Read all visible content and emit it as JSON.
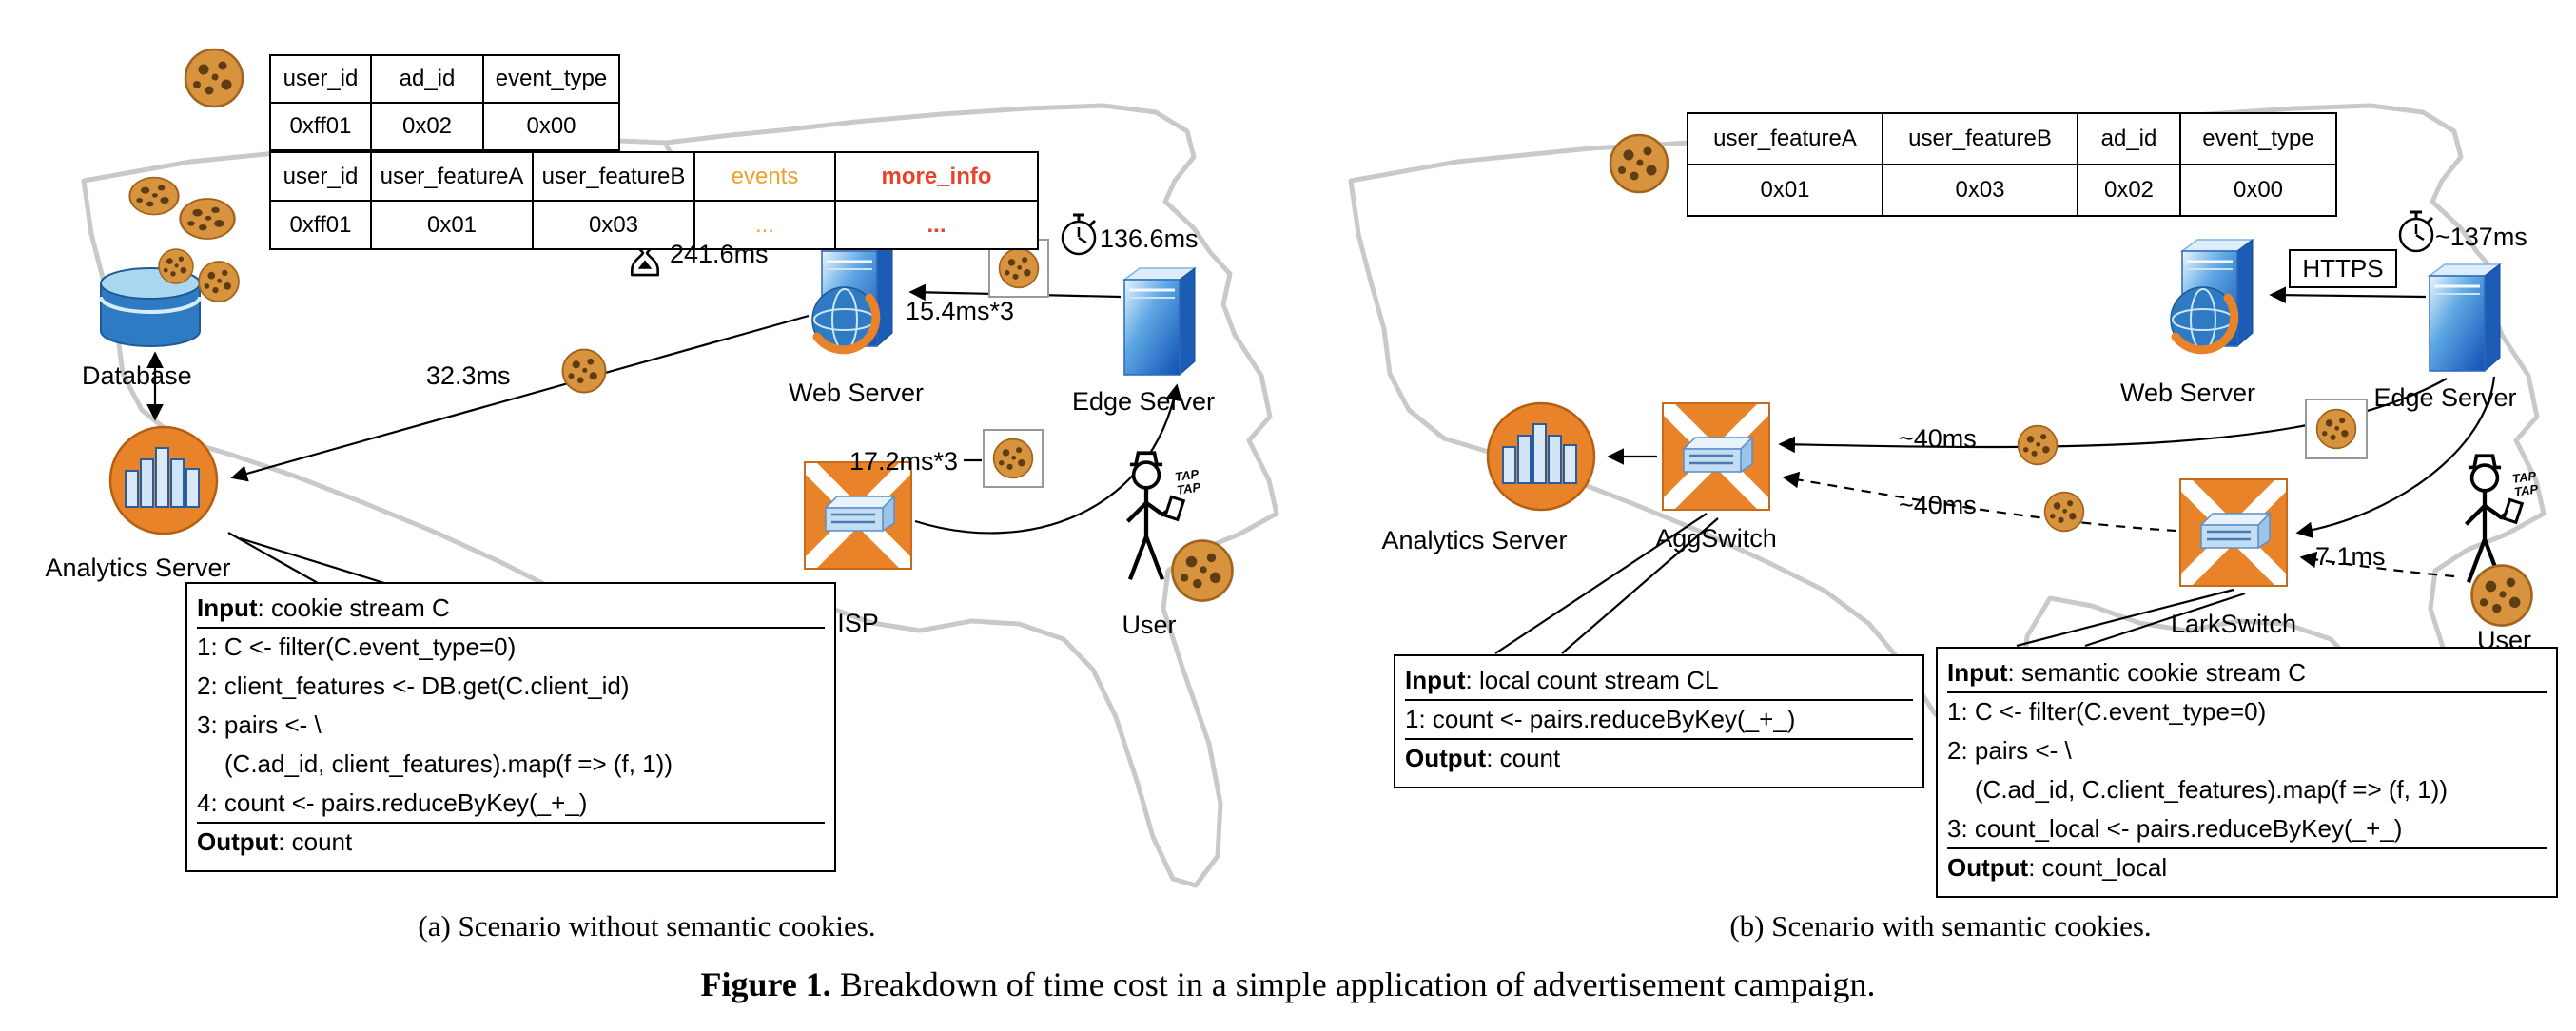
{
  "colors": {
    "accent_orange": "#E8832A",
    "cookie_brown": "#D8933F",
    "server_blue": "#2E7BC4",
    "events_orange": "#F0A028",
    "more_info_red": "#E8442A",
    "map_gray": "#C9C9C9"
  },
  "panel_a": {
    "event_table": {
      "headers": [
        "user_id",
        "ad_id",
        "event_type"
      ],
      "row": [
        "0xff01",
        "0x02",
        "0x00"
      ]
    },
    "feature_table": {
      "headers": [
        "user_id",
        "user_featureA",
        "user_featureB",
        "events",
        "more_info"
      ],
      "row": [
        "0xff01",
        "0x01",
        "0x03",
        "...",
        "..."
      ]
    },
    "nodes": {
      "database": "Database",
      "analytics_server": "Analytics Server",
      "web_server": "Web Server",
      "edge_server": "Edge Server",
      "isp": "ISP",
      "user": "User"
    },
    "timings": {
      "web_server": "241.6ms",
      "edge_server": "136.6ms",
      "analytics_link": "32.3ms",
      "web_edge_link": "15.4ms*3",
      "isp_link": "17.2ms*3"
    },
    "user_tap": "TAP TAP",
    "code_box": {
      "input_label": "Input",
      "input_text": ": cookie stream C",
      "line1": "1: C <- filter(C.event_type=0)",
      "line2": "2: client_features <- DB.get(C.client_id)",
      "line3": "3: pairs <- \\",
      "line4": "    (C.ad_id, client_features).map(f => (f, 1))",
      "line5": "4: count <- pairs.reduceByKey(_+_)",
      "output_label": "Output",
      "output_text": ": count"
    },
    "caption": "(a)  Scenario without semantic cookies."
  },
  "panel_b": {
    "cookie_table": {
      "headers": [
        "user_featureA",
        "user_featureB",
        "ad_id",
        "event_type"
      ],
      "row": [
        "0x01",
        "0x03",
        "0x02",
        "0x00"
      ]
    },
    "nodes": {
      "analytics_server": "Analytics Server",
      "agg_switch": "AggSwitch",
      "web_server": "Web Server",
      "edge_server": "Edge Server",
      "lark_switch": "LarkSwitch",
      "user": "User"
    },
    "timings": {
      "edge_server": "~137ms",
      "edge_agg_link": "~40ms",
      "lark_agg_link": "~40ms",
      "user_lark_link": "7.1ms"
    },
    "https_label": "HTTPS",
    "user_tap": "TAP TAP",
    "code_box_agg": {
      "input_label": "Input",
      "input_text": ": local count stream CL",
      "line1": "1: count <- pairs.reduceByKey(_+_)",
      "output_label": "Output",
      "output_text": ": count"
    },
    "code_box_lark": {
      "input_label": "Input",
      "input_text": ": semantic cookie stream C",
      "line1": "1: C <- filter(C.event_type=0)",
      "line2": "2: pairs <- \\",
      "line3": "    (C.ad_id, C.client_features).map(f => (f, 1))",
      "line4": "3: count_local <- pairs.reduceByKey(_+_)",
      "output_label": "Output",
      "output_text": ": count_local"
    },
    "caption": "(b)  Scenario with semantic cookies."
  },
  "figure_caption": {
    "label": "Figure 1.",
    "text": " Breakdown of time cost in a simple application of advertisement campaign."
  }
}
